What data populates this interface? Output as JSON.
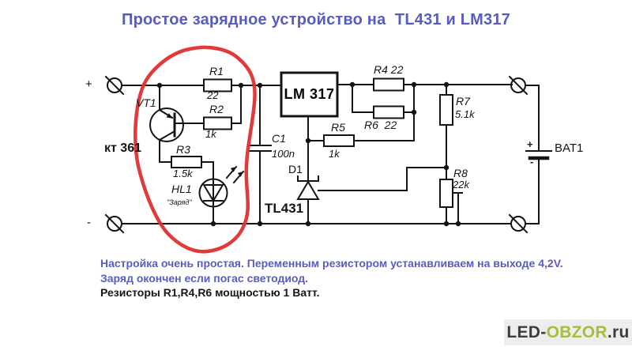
{
  "title": "Простое зарядное устройство на  TL431 и LM317",
  "schematic": {
    "input_plus": "+",
    "input_minus": "-",
    "vt1_ref": "VT1",
    "vt1_part": "кт 361",
    "r1_ref": "R1",
    "r1_val": "22",
    "r2_ref": "R2",
    "r2_val": "1k",
    "r3_ref": "R3",
    "r3_val": "1.5k",
    "hl1_ref": "HL1",
    "hl1_note": "\"Заряд\"",
    "c1_ref": "C1",
    "c1_val": "100n",
    "u1_ref": "LM 317",
    "r5_ref": "R5",
    "r5_val": "1k",
    "d1_ref": "D1",
    "d1_part": "TL431",
    "r4_ref": "R4 22",
    "r6_ref": "R6  22",
    "r7_ref": "R7",
    "r7_val": "5.1k",
    "r8_ref": "R8",
    "r8_val": "22k",
    "bat_ref": "BAT1",
    "bat_plus": "+",
    "bat_minus": "-"
  },
  "notes": {
    "line1": "Настройка очень простая. Переменным резистором устанавливаем на выходе 4,2V.",
    "line2": "Заряд окончен если погас светодиод.",
    "line3": "Резисторы R1,R4,R6 мощностью 1 Ватт."
  },
  "watermark": {
    "prefix": "LED-",
    "brand": "OBZOR",
    "suffix": ".ru"
  },
  "colors": {
    "accent_text": "#585cc2",
    "annotation_red": "#de2f2f",
    "watermark_green": "#a3bf3b",
    "line": "#141414"
  }
}
